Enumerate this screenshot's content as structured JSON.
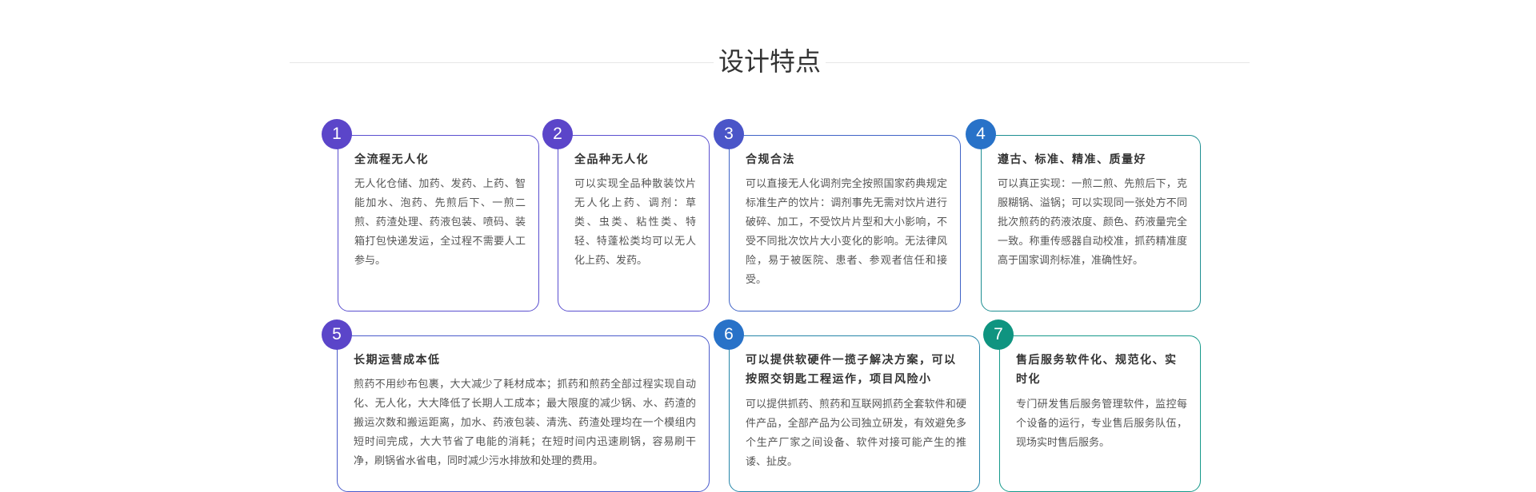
{
  "section": {
    "title": "设计特点"
  },
  "features": [
    {
      "number": "1",
      "title": "全流程无人化",
      "description": "无人化仓储、加药、发药、上药、智能加水、泡药、先煎后下、一煎二煎、药渣处理、药液包装、喷码、装箱打包快递发运，全过程不需要人工参与。",
      "color": "#5b45c9"
    },
    {
      "number": "2",
      "title": "全品种无人化",
      "description": "可以实现全品种散装饮片无人化上药、调剂：草类、虫类、粘性类、特轻、特蓬松类均可以无人化上药、发药。",
      "color": "#5b45c9"
    },
    {
      "number": "3",
      "title": "合规合法",
      "description": "可以直接无人化调剂完全按照国家药典规定标准生产的饮片：调剂事先无需对饮片进行破碎、加工，不受饮片片型和大小影响，不受不同批次饮片大小变化的影响。无法律风险，易于被医院、患者、参观者信任和接受。",
      "color": "#4a55c8"
    },
    {
      "number": "4",
      "title": "遵古、标准、精准、质量好",
      "description": "可以真正实现：一煎二煎、先煎后下，克服糊锅、溢锅；可以实现同一张处方不同批次煎药的药液浓度、颜色、药液量完全一致。称重传感器自动校准，抓药精准度高于国家调剂标准，准确性好。",
      "color": "#2872c8"
    },
    {
      "number": "5",
      "title": "长期运营成本低",
      "description": "煎药不用纱布包裹，大大减少了耗材成本；抓药和煎药全部过程实现自动化、无人化，大大降低了长期人工成本；最大限度的减少锅、水、药渣的搬运次数和搬运距离，加水、药液包装、清洗、药渣处理均在一个模组内短时间完成，大大节省了电能的消耗；在短时间内迅速刷锅，容易刷干净，刷锅省水省电，同时减少污水排放和处理的费用。",
      "color": "#5b45c9"
    },
    {
      "number": "6",
      "title": "可以提供软硬件一揽子解决方案，可以按照交钥匙工程运作，项目风险小",
      "description": "可以提供抓药、煎药和互联网抓药全套软件和硬件产品，全部产品为公司独立研发，有效避免多个生产厂家之间设备、软件对接可能产生的推诿、扯皮。",
      "color": "#2872c8"
    },
    {
      "number": "7",
      "title": "售后服务软件化、规范化、实时化",
      "description": "专门研发售后服务管理软件，监控每个设备的运行，专业售后服务队伍，现场实时售后服务。",
      "color": "#0f9480"
    }
  ]
}
